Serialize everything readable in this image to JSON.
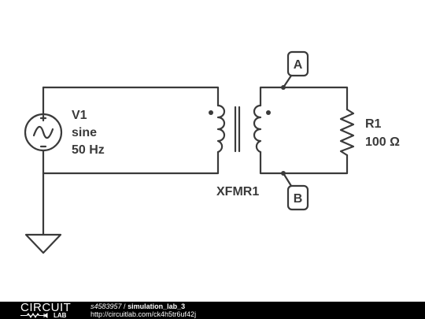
{
  "schematic": {
    "source": {
      "name": "V1",
      "type": "sine",
      "frequency": "50 Hz"
    },
    "transformer": {
      "name": "XFMR1"
    },
    "resistor": {
      "name": "R1",
      "value": "100 Ω"
    },
    "nodes": {
      "top": "A",
      "bottom": "B"
    }
  },
  "footer": {
    "logo_top": "CIRCUIT",
    "logo_bottom": "LAB",
    "user": "s4583957",
    "separator": " / ",
    "title": "simulation_lab_3",
    "url": "http://circuitlab.com/ck4h5tr6uf42j"
  }
}
